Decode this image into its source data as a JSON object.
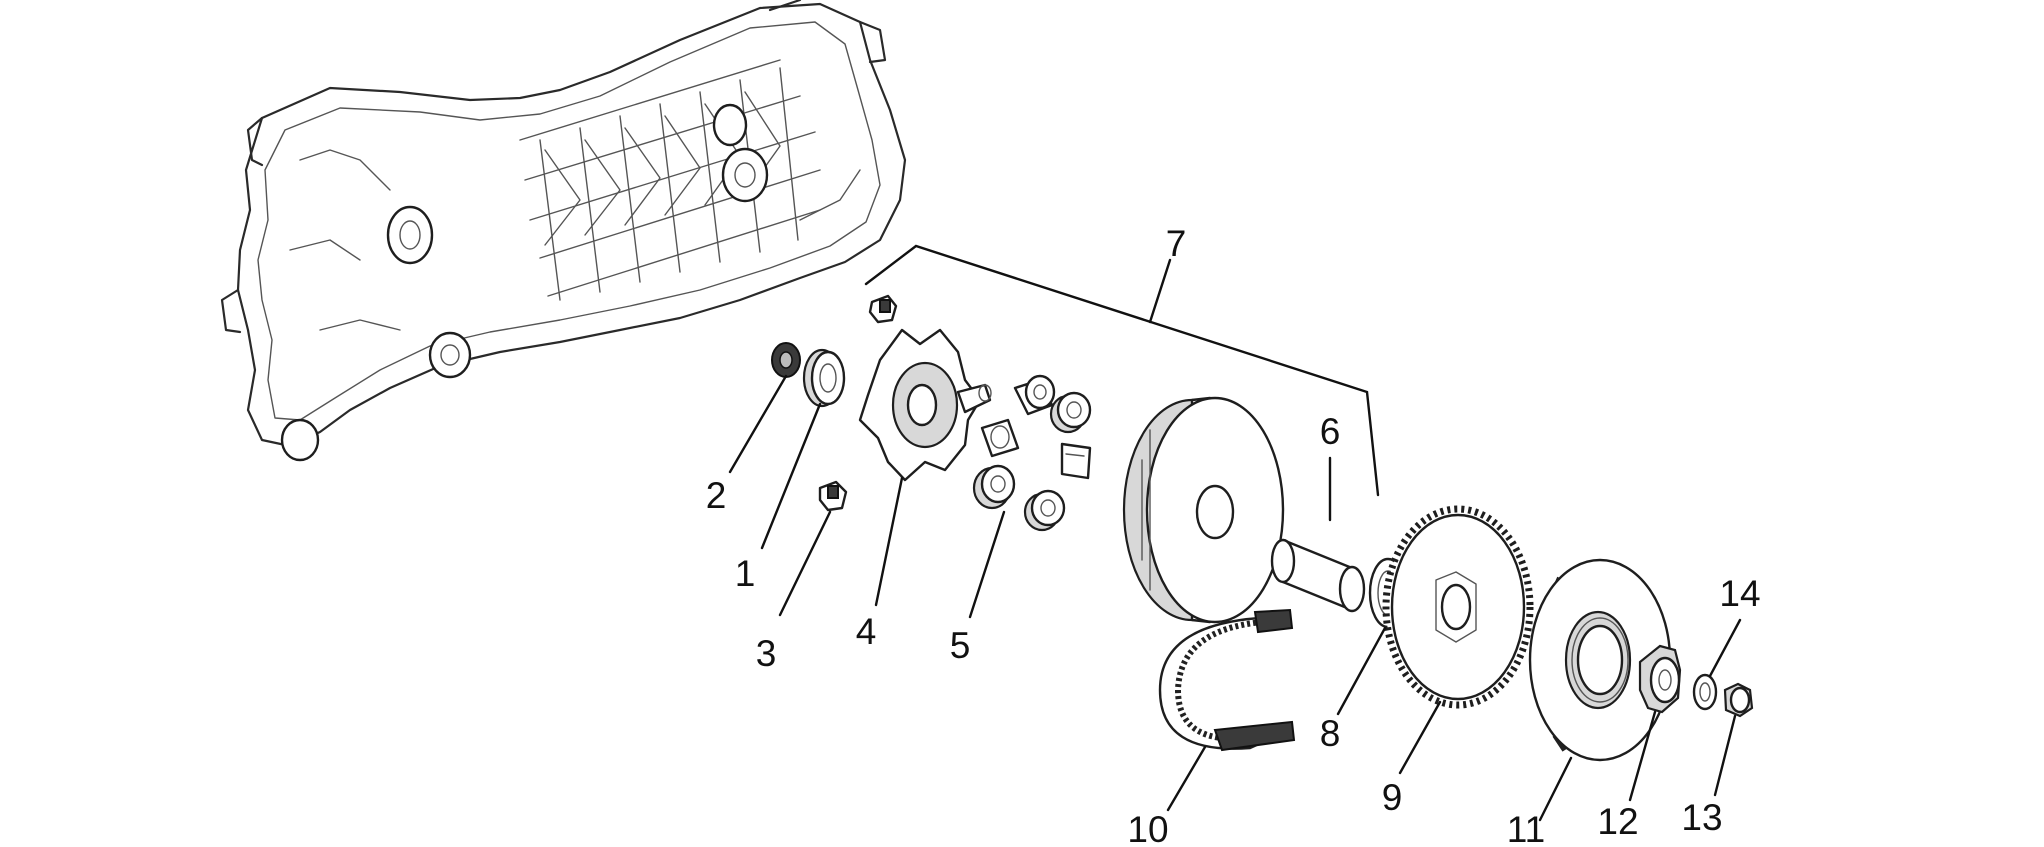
{
  "callouts": [
    {
      "id": "1",
      "label": "1"
    },
    {
      "id": "2",
      "label": "2"
    },
    {
      "id": "3",
      "label": "3"
    },
    {
      "id": "4",
      "label": "4"
    },
    {
      "id": "5",
      "label": "5"
    },
    {
      "id": "6",
      "label": "6"
    },
    {
      "id": "7",
      "label": "7"
    },
    {
      "id": "8",
      "label": "8"
    },
    {
      "id": "9",
      "label": "9"
    },
    {
      "id": "10",
      "label": "10"
    },
    {
      "id": "11",
      "label": "11"
    },
    {
      "id": "12",
      "label": "12"
    },
    {
      "id": "13",
      "label": "13"
    },
    {
      "id": "14",
      "label": "14"
    }
  ],
  "colors": {
    "line": "#1e1e1e",
    "background": "#ffffff",
    "shade": "#d8d8d8"
  }
}
